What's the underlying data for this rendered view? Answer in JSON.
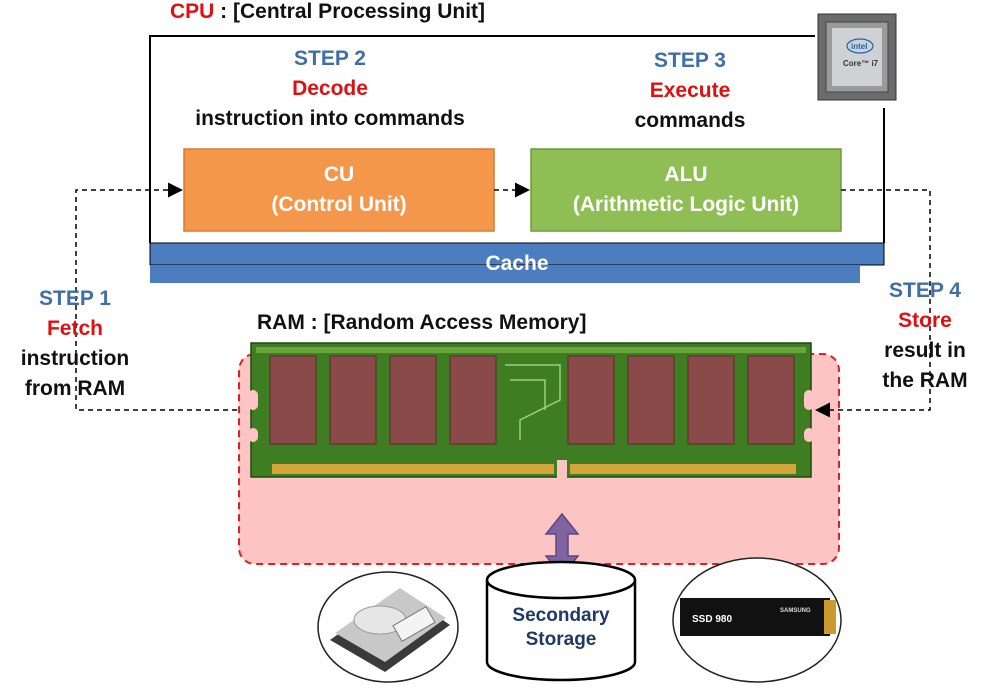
{
  "cpu": {
    "title_prefix": "CPU",
    "title_rest": " : [Central Processing Unit]",
    "chip_brand": "intel",
    "chip_model": "Core™ i7"
  },
  "step2": {
    "step": "STEP 2",
    "action": "Decode",
    "desc": "instruction into commands"
  },
  "step3": {
    "step": "STEP 3",
    "action": "Execute",
    "desc": "commands"
  },
  "step1": {
    "step": "STEP 1",
    "action": "Fetch",
    "desc_line1": "instruction",
    "desc_line2": "from RAM"
  },
  "step4": {
    "step": "STEP 4",
    "action": "Store",
    "desc_line1": "result in",
    "desc_line2": "the RAM"
  },
  "cu": {
    "line1": "CU",
    "line2": "(Control Unit)"
  },
  "alu": {
    "line1": "ALU",
    "line2": "(Arithmetic Logic Unit)"
  },
  "cache": {
    "label": "Cache"
  },
  "ram": {
    "title": "RAM : [Random Access Memory]"
  },
  "storage": {
    "line1": "Secondary",
    "line2": "Storage",
    "ssd_label": "SSD 980",
    "ssd_brand": "SAMSUNG"
  },
  "colors": {
    "step_blue": "#3f6fa5",
    "action_red": "#e01010",
    "cu_orange": "#f4974a",
    "alu_green": "#8fbe55",
    "cache_blue": "#4c7dbe",
    "ram_zone_pink": "#fdc4c4",
    "storage_arrow_purple": "#8064a2"
  }
}
